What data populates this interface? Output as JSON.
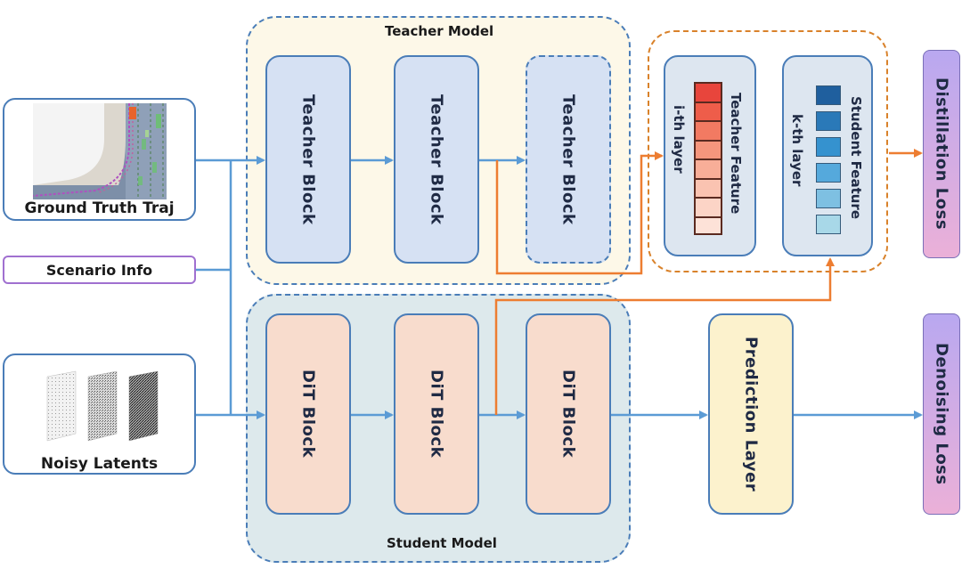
{
  "teacher_model": {
    "title": "Teacher Model",
    "blocks": [
      "Teacher Block",
      "Teacher Block",
      "Teacher Block"
    ]
  },
  "student_model": {
    "title": "Student Model",
    "blocks": [
      "DiT Block",
      "DiT Block",
      "DiT Block"
    ]
  },
  "prediction_layer": "Prediction Layer",
  "inputs": {
    "ground_truth": "Ground Truth Traj",
    "scenario": "Scenario Info",
    "noisy_latents": "Noisy Latents"
  },
  "features": {
    "teacher_title": "Teacher Feature",
    "teacher_layer": "i-th layer",
    "student_title": "Student Feature",
    "student_layer": "k-th layer"
  },
  "losses": {
    "distillation": "Distillation Loss",
    "denoising": "Denoising Loss"
  },
  "colors": {
    "flow_arrow": "#5b9bd5",
    "distill_arrow": "#ed7d31",
    "teacher_feature_top": "#e8453c",
    "teacher_feature_bottom": "#fde2d8",
    "student_feature_top": "#1f5f9e",
    "student_feature_bottom": "#a8d8e8"
  }
}
